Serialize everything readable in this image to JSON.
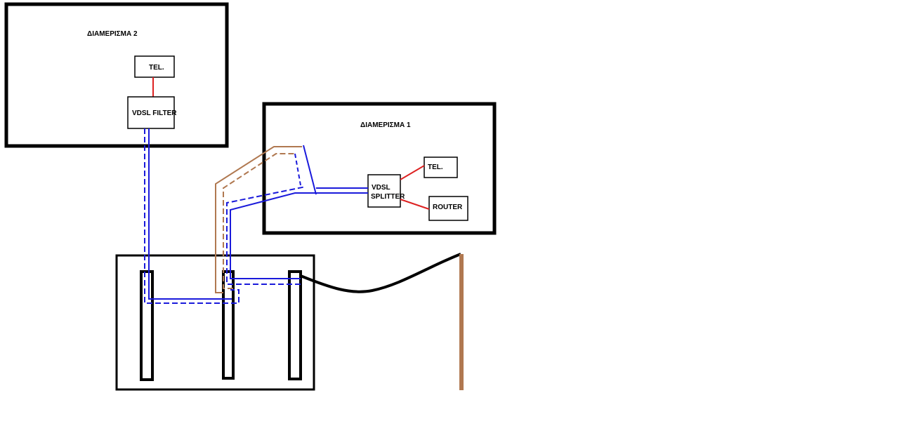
{
  "apartment_2": {
    "title": "ΔΙΑΜΕΡΙΣΜΑ 2",
    "phone_label": "TEL.",
    "filter_label": "VDSL FILTER"
  },
  "apartment_1": {
    "title": "ΔΙΑΜΕΡΙΣΜΑ 1",
    "splitter_label_line1": "VDSL",
    "splitter_label_line2": "SPLITTER",
    "phone_label": "TEL.",
    "router_label": "ROUTER"
  },
  "colors": {
    "border": "#000000",
    "vdsl_line": "#1a1adb",
    "phone_line": "#dd2222",
    "copper_line": "#b07850",
    "pole": "#b07850"
  }
}
